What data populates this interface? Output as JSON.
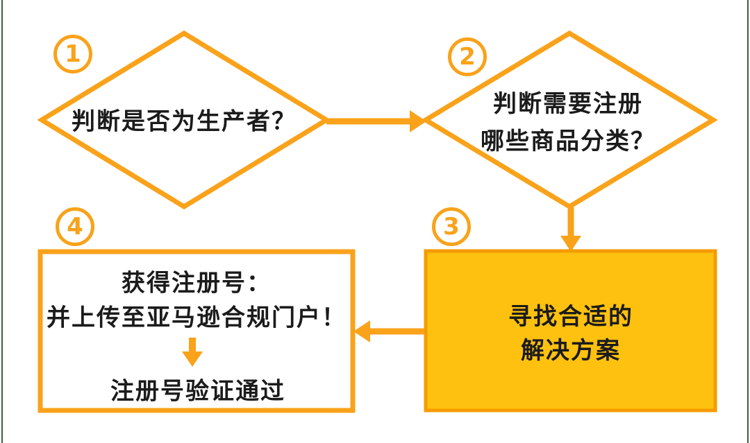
{
  "page": {
    "background": "#ffffff",
    "edge_line_color": "#3f5f3f"
  },
  "colors": {
    "orange": "#f9a21a",
    "box3_fill": "#fec110",
    "box3_border": "#f59b00",
    "text": "#1b1b1b"
  },
  "diagram": {
    "steps": [
      {
        "number": "1",
        "shape": "diamond-outline",
        "lines": [
          "判断是否为生产者？"
        ]
      },
      {
        "number": "2",
        "shape": "diamond-outline",
        "lines": [
          "判断需要注册",
          "哪些商品分类？"
        ]
      },
      {
        "number": "3",
        "shape": "rect-filled",
        "lines": [
          "寻找合适的",
          "解决方案"
        ]
      },
      {
        "number": "4",
        "shape": "rect-outline",
        "lines": [
          "获得注册号：",
          "并上传至亚马逊合规门户！",
          "注册号验证通过"
        ]
      }
    ],
    "connectors": [
      {
        "from": "step-1",
        "to": "step-2",
        "direction": "right"
      },
      {
        "from": "step-2",
        "to": "step-3",
        "direction": "down"
      },
      {
        "from": "step-3",
        "to": "step-4",
        "direction": "left"
      },
      {
        "from": "step-4-upload",
        "to": "step-4-verified",
        "direction": "down"
      }
    ]
  }
}
